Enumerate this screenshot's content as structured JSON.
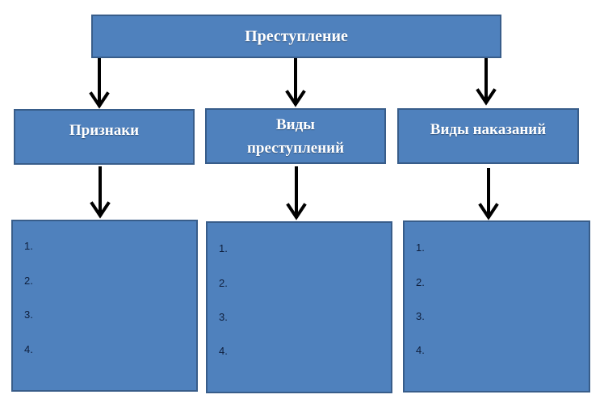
{
  "root": {
    "title": "Преступление"
  },
  "categories": [
    {
      "title": "Признаки",
      "items": [
        "1.",
        "2.",
        "3.",
        "4."
      ]
    },
    {
      "title": "Виды преступлений",
      "title_line1": "Виды",
      "title_line2": "преступлений",
      "items": [
        "1.",
        "2.",
        "3.",
        "4."
      ]
    },
    {
      "title": "Виды наказаний",
      "items": [
        "1.",
        "2.",
        "3.",
        "4."
      ]
    }
  ],
  "colors": {
    "box_fill": "#4f81bd",
    "box_border": "#385d8a",
    "arrow": "#000000",
    "title_text": "#ffffff",
    "list_text": "#0f1f3d"
  }
}
